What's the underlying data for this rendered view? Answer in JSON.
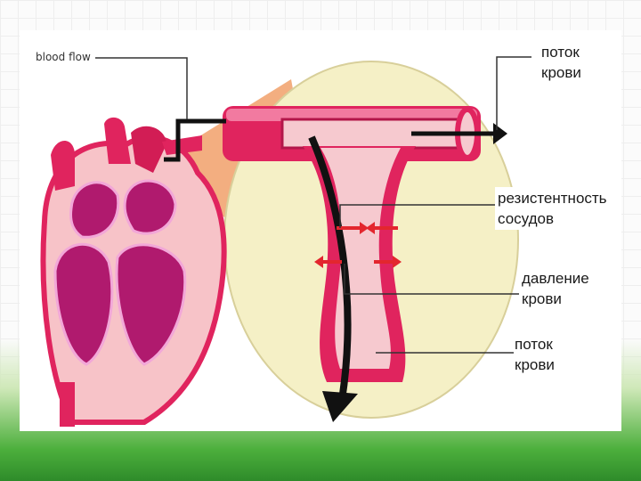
{
  "labels": {
    "blood_flow_en": "blood flow",
    "flow_top": "поток\nкрови",
    "resistance": "резистентность\nсосудов",
    "pressure": "давление\nкрови",
    "flow_bottom": "поток\nкрови"
  },
  "colors": {
    "heart_red": "#e0245e",
    "heart_dark": "#b3164a",
    "chamber_purple": "#b01a6e",
    "chamber_light": "#f2a7d8",
    "muscle_pink": "#f7c3c8",
    "disk_cream": "#f5f0c6",
    "cone_orange": "#f2a572",
    "vessel_pink": "#f6c9cf",
    "arrow_red": "#e3262e",
    "arrow_black": "#111111"
  }
}
